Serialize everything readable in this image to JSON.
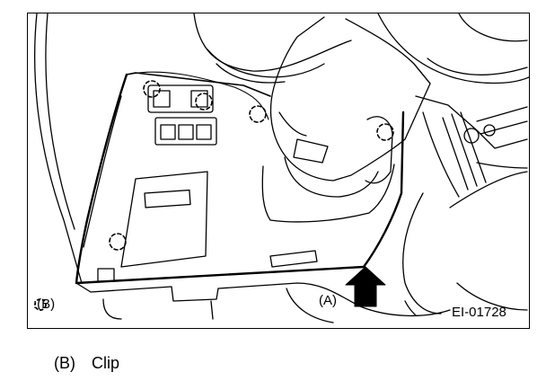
{
  "figure": {
    "callout_a": "(A)",
    "legend_symbol_label": ":(B)",
    "figure_id": "EI-01728",
    "clip_marker_icon": "dashed-circle-icon",
    "arrow_icon": "thick-up-arrow-icon"
  },
  "caption": {
    "ref": "(B)",
    "text": "Clip"
  }
}
